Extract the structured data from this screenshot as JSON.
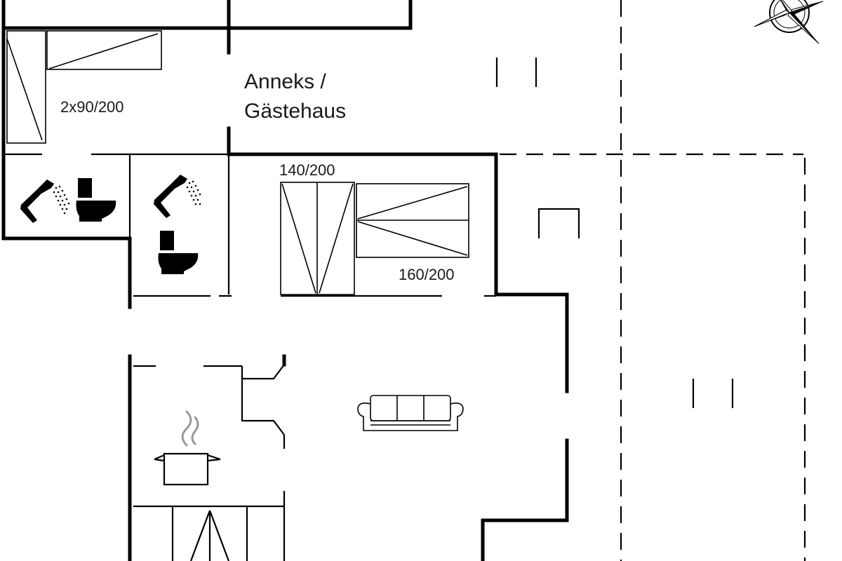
{
  "labels": {
    "building_line1": "Anneks /",
    "building_line2": "Gästehaus",
    "bed_top_left": "2x90/200",
    "bed_middle": "140/200",
    "bed_right": "160/200"
  },
  "icons": {
    "compass": "compass-rose-icon",
    "shower": "shower-icon",
    "toilet": "toilet-icon",
    "sofa": "sofa-icon",
    "cooking_pot": "cooking-pot-icon"
  },
  "colors": {
    "background": "#ffffff",
    "lines": "#000000",
    "steam": "#999999"
  }
}
